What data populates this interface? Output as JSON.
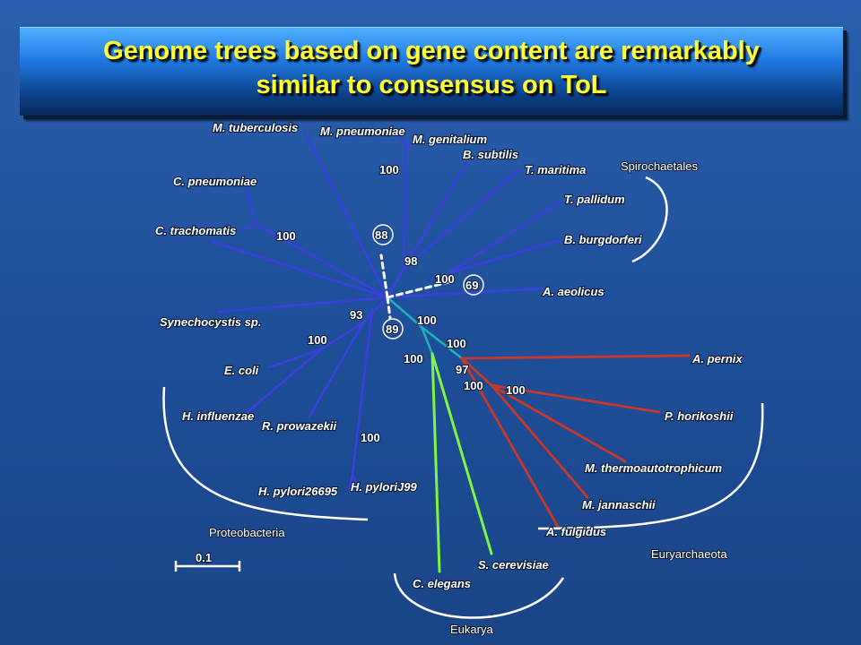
{
  "title": {
    "line1": "Genome trees based on gene content are remarkably",
    "line2": "similar to consensus on ToL"
  },
  "colors": {
    "background": "#1f4f9a",
    "title_text": "#ffff33",
    "bacteria_branch": "#3b3fe0",
    "archaea_branch": "#c8382a",
    "eukarya_branch": "#7ef542",
    "transition_branch": "#1fb0b8",
    "group_bracket": "#ffffff"
  },
  "taxa": {
    "m_tuberculosis": "M. tuberculosis",
    "m_pneumoniae": "M. pneumoniae",
    "m_genitalium": "M. genitalium",
    "b_subtilis": "B. subtilis",
    "t_maritima": "T. maritima",
    "c_pneumoniae": "C. pneumoniae",
    "t_pallidum": "T. pallidum",
    "c_trachomatis": "C. trachomatis",
    "b_burgdorferi": "B. burgdorferi",
    "a_aeolicus": "A. aeolicus",
    "synechocystis": "Synechocystis sp.",
    "e_coli": "E. coli",
    "a_pernix": "A. pernix",
    "h_influenzae": "H. influenzae",
    "r_prowazekii": "R. prowazekii",
    "p_horikoshii": "P. horikoshii",
    "m_thermo": "M. thermoautotrophicum",
    "h_pylori_j99": "H. pyloriJ99",
    "h_pylori_26695": "H. pylori26695",
    "m_jannaschii": "M. jannaschii",
    "a_fulgidus": "A. fulgidus",
    "s_cerevisiae": "S. cerevisiae",
    "c_elegans": "C. elegans"
  },
  "bootstrap": {
    "b1": "100",
    "b2": "100",
    "b3": "88",
    "b4": "98",
    "b5": "100",
    "b6": "69",
    "b7": "93",
    "b8": "100",
    "b9": "89",
    "b10": "100",
    "b11": "100",
    "b12": "100",
    "b13": "97",
    "b14": "100",
    "b15": "100",
    "b16": "100"
  },
  "groups": {
    "spirochaetales": "Spirochaetales",
    "proteobacteria": "Proteobacteria",
    "euryarchaeota": "Euryarchaeota",
    "eukarya": "Eukarya"
  },
  "scale_bar": {
    "label": "0.1"
  }
}
